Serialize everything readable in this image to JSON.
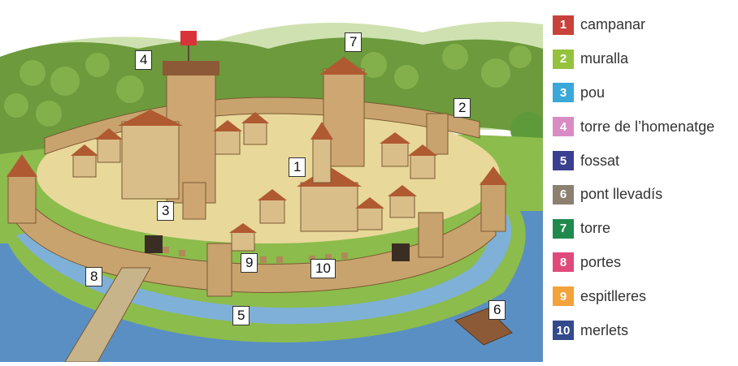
{
  "callouts": {
    "c1": "1",
    "c2": "2",
    "c3": "3",
    "c4": "4",
    "c5": "5",
    "c6": "6",
    "c7": "7",
    "c8": "8",
    "c9": "9",
    "c10": "10"
  },
  "legend": [
    {
      "num": "1",
      "label": "campanar",
      "color": "#c8423b"
    },
    {
      "num": "2",
      "label": "muralla",
      "color": "#95c23d"
    },
    {
      "num": "3",
      "label": "pou",
      "color": "#3aa8d8"
    },
    {
      "num": "4",
      "label": "torre de l’homenatge",
      "color": "#d98cc4"
    },
    {
      "num": "5",
      "label": "fossat",
      "color": "#3b3f8f"
    },
    {
      "num": "6",
      "label": "pont llevadís",
      "color": "#8c8070"
    },
    {
      "num": "7",
      "label": "torre",
      "color": "#1f8a4c"
    },
    {
      "num": "8",
      "label": "portes",
      "color": "#e04a7a"
    },
    {
      "num": "9",
      "label": "espitlleres",
      "color": "#f2a33a"
    },
    {
      "num": "10",
      "label": "merlets",
      "color": "#334a8c"
    }
  ]
}
